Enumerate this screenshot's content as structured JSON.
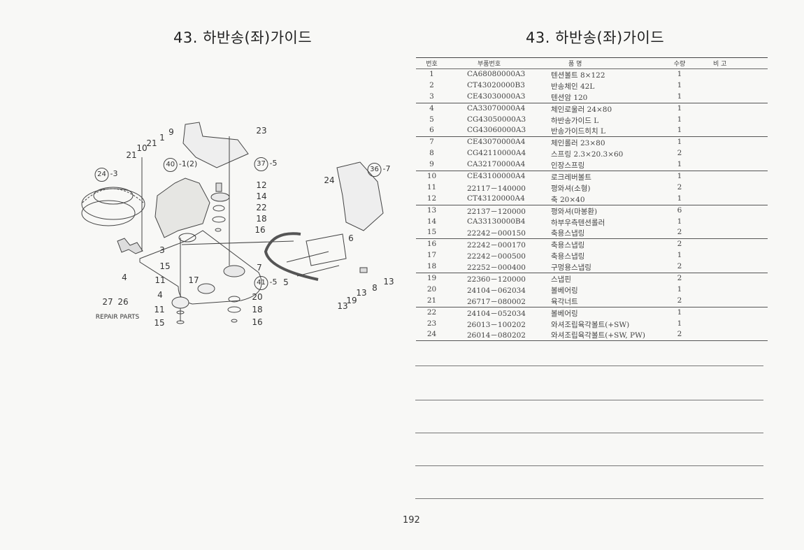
{
  "left_page": {
    "title": "43. 하반송(좌)가이드",
    "callouts": [
      "9",
      "1",
      "23",
      "21",
      "10",
      "21",
      "37",
      "5",
      "40",
      "1(2)",
      "24",
      "3",
      "12",
      "14",
      "22",
      "18",
      "16",
      "3",
      "15",
      "7",
      "4",
      "11",
      "17",
      "41",
      "5",
      "27",
      "26",
      "4",
      "20",
      "11",
      "18",
      "15",
      "16",
      "36",
      "7",
      "24",
      "6",
      "5",
      "13",
      "8",
      "13",
      "19",
      "13"
    ],
    "repair_parts_label": "REPAIR PARTS"
  },
  "right_page": {
    "title": "43. 하반송(좌)가이드",
    "table": {
      "headers": {
        "no": "번호",
        "part_no": "부품번호",
        "name": "품    명",
        "qty": "수량",
        "remark": "비  고"
      },
      "rows": [
        {
          "no": "1",
          "part_no": "CA68080000A3",
          "name": "텐션볼트 8×122",
          "qty": "1"
        },
        {
          "no": "2",
          "part_no": "CT43020000B3",
          "name": "반송체인 42L",
          "qty": "1"
        },
        {
          "no": "3",
          "part_no": "CE43030000A3",
          "name": "텐션암 120",
          "qty": "1"
        },
        {
          "no": "4",
          "part_no": "CA33070000A4",
          "name": "체인로울러 24×80",
          "qty": "1"
        },
        {
          "no": "5",
          "part_no": "CG43050000A3",
          "name": "하반송가이드 L",
          "qty": "1"
        },
        {
          "no": "6",
          "part_no": "CG43060000A3",
          "name": "반송가이드히치 L",
          "qty": "1"
        },
        {
          "no": "7",
          "part_no": "CE43070000A4",
          "name": "체인롤러 23×80",
          "qty": "1"
        },
        {
          "no": "8",
          "part_no": "CG42110000A4",
          "name": "스프링 2.3×20.3×60",
          "qty": "2"
        },
        {
          "no": "9",
          "part_no": "CA32170000A4",
          "name": "인장스프링",
          "qty": "1"
        },
        {
          "no": "10",
          "part_no": "CE43100000A4",
          "name": "로크레버볼트",
          "qty": "1"
        },
        {
          "no": "11",
          "part_no": "22117－140000",
          "name": "평와셔(소형)",
          "qty": "2"
        },
        {
          "no": "12",
          "part_no": "CT43120000A4",
          "name": "축 20×40",
          "qty": "1"
        },
        {
          "no": "13",
          "part_no": "22137－120000",
          "name": "평와셔(마봉환)",
          "qty": "6"
        },
        {
          "no": "14",
          "part_no": "CA33130000B4",
          "name": "하부우측텐션롤러",
          "qty": "1"
        },
        {
          "no": "15",
          "part_no": "22242－000150",
          "name": "축용스냅링",
          "qty": "2"
        },
        {
          "no": "16",
          "part_no": "22242－000170",
          "name": "축용스냅링",
          "qty": "2"
        },
        {
          "no": "17",
          "part_no": "22242－000500",
          "name": "축용스냅링",
          "qty": "1"
        },
        {
          "no": "18",
          "part_no": "22252－000400",
          "name": "구멍용스냅링",
          "qty": "2"
        },
        {
          "no": "19",
          "part_no": "22360－120000",
          "name": "스냅핀",
          "qty": "2"
        },
        {
          "no": "20",
          "part_no": "24104－062034",
          "name": "볼베어링",
          "qty": "1"
        },
        {
          "no": "21",
          "part_no": "26717－080002",
          "name": "육각너트",
          "qty": "2"
        },
        {
          "no": "22",
          "part_no": "24104－052034",
          "name": "볼베어링",
          "qty": "1"
        },
        {
          "no": "23",
          "part_no": "26013－100202",
          "name": "와셔조립육각볼트(+SW)",
          "qty": "1"
        },
        {
          "no": "24",
          "part_no": "26014－080202",
          "name": "와셔조립육각볼트(+SW, PW)",
          "qty": "2"
        }
      ]
    }
  },
  "page_number": "192"
}
